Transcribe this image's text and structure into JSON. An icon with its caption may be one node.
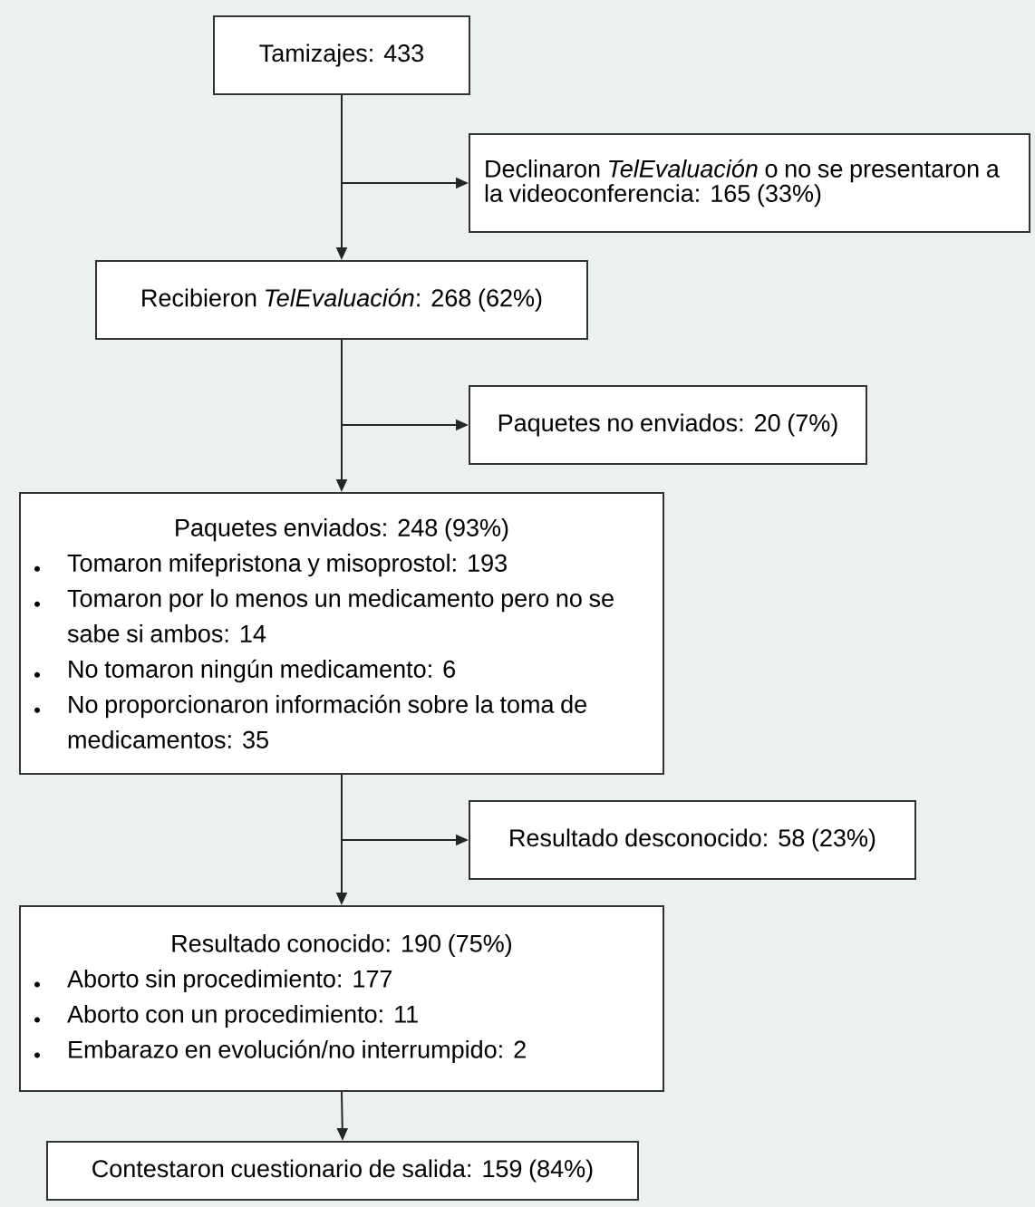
{
  "diagram": {
    "nodes": [
      {
        "text": [
          "Tamizajes: 433"
        ]
      },
      {
        "text": [
          "Declinaron *TelEvaluación* o no se presentaron a la videoconferencia: 165 (33%)"
        ]
      },
      {
        "text": [
          "Recibieron *TelEvaluación*: 268 (62%)"
        ]
      },
      {
        "text": [
          "Paquetes no enviados: 20 (7%)"
        ]
      },
      {
        "text": [
          "Paquetes enviados: 248 (93%)",
          "Tomaron mifepristona y misoprostol: 193",
          "Tomaron por lo menos un medicamento pero no se sabe si ambos: 14",
          "No tomaron ningún medicamento: 6",
          "No proporcionaron información sobre la toma de medicamentos: 35"
        ]
      },
      {
        "text": [
          "Resultado desconocido: 58 (23%)"
        ]
      },
      {
        "text": [
          "Resultado conocido: 190 (75%)",
          "Aborto sin procedimiento: 177",
          "Aborto con un procedimiento: 11",
          "Embarazo en evolución/no interrumpido: 2"
        ]
      },
      {
        "text": [
          "Contestaron cuestionario de salida: 159 (84%)"
        ]
      }
    ],
    "edges": [
      {
        "from": 0,
        "to": 2,
        "arrow": "to"
      },
      {
        "from": 0,
        "to": 1,
        "arrow": "to"
      },
      {
        "from": 2,
        "to": 4,
        "arrow": "to"
      },
      {
        "from": 2,
        "to": 3,
        "arrow": "to"
      },
      {
        "from": 4,
        "to": 6,
        "arrow": "to"
      },
      {
        "from": 4,
        "to": 5,
        "arrow": "to"
      },
      {
        "from": 6,
        "to": 7,
        "arrow": "to"
      }
    ]
  }
}
